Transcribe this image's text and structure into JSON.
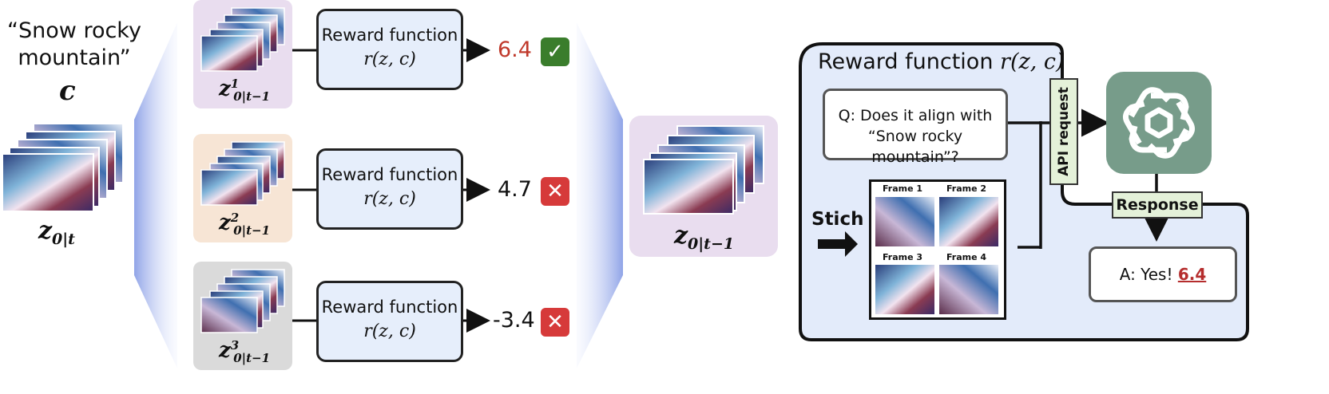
{
  "prompt": {
    "line1": "“Snow rocky",
    "line2": "mountain”",
    "condition": "c"
  },
  "current_latent": {
    "base": "z",
    "sub": "0|t"
  },
  "candidates": [
    {
      "index": "1",
      "latent_base": "z",
      "latent_sub": "0|t−1",
      "reward_title": "Reward function",
      "reward_formula": "r(z, c)",
      "score": "6.4",
      "verdict": "accepted",
      "verdict_icon": "check-icon",
      "score_color": "#c0392b",
      "panel_color": "#e9ddef"
    },
    {
      "index": "2",
      "latent_base": "z",
      "latent_sub": "0|t−1",
      "reward_title": "Reward function",
      "reward_formula": "r(z, c)",
      "score": "4.7",
      "verdict": "rejected",
      "verdict_icon": "cross-icon",
      "score_color": "#111111",
      "panel_color": "#f7e5d5"
    },
    {
      "index": "3",
      "latent_base": "z",
      "latent_sub": "0|t−1",
      "reward_title": "Reward function",
      "reward_formula": "r(z, c)",
      "score": "-3.4",
      "verdict": "rejected",
      "verdict_icon": "cross-icon",
      "score_color": "#111111",
      "panel_color": "#dadada"
    }
  ],
  "selected_latent": {
    "base": "z",
    "sub": "0|t−1"
  },
  "detail": {
    "title": "Reward function",
    "formula": "r(z, c)",
    "question_line1": "Q: Does it align with",
    "question_line2": "“Snow rocky mountain”?",
    "api_label": "API request",
    "response_label": "Response",
    "answer_prefix": "A: Yes!",
    "answer_score": "6.4",
    "stitch_label": "Stich",
    "frames": [
      "Frame 1",
      "Frame 2",
      "Frame 3",
      "Frame 4"
    ],
    "logo_icon": "openai-logo-icon"
  },
  "colors": {
    "accept_green": "#3a7d2c",
    "reject_red": "#d63a3a",
    "reward_box_fill": "#e6eefb",
    "panel_fill": "#e3ebfa",
    "tag_fill": "#e4f1d9",
    "logo_fill": "#779c8a",
    "funnel_blue": "#8a9fe6"
  }
}
